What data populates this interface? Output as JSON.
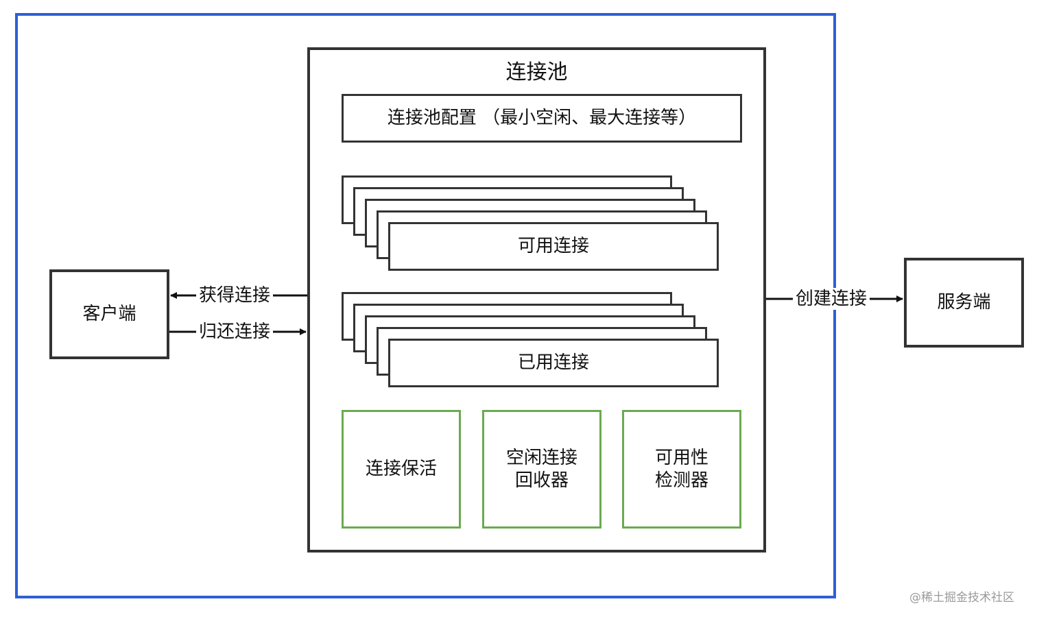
{
  "diagram": {
    "pool_title": "连接池",
    "pool_config": "连接池配置 （最小空闲、最大连接等）",
    "available_connections": "可用连接",
    "used_connections": "已用连接",
    "keepalive": "连接保活",
    "idle_collector": [
      "空闲连接",
      "回收器"
    ],
    "availability_checker": [
      "可用性",
      "检测器"
    ],
    "client": "客户端",
    "server": "服务端",
    "get_connection": "获得连接",
    "return_connection": "归还连接",
    "create_connection": "创建连接"
  },
  "colors": {
    "outer_border": "#2e5fd6",
    "component_border": "#6aaa4f",
    "line": "#111111"
  },
  "watermark": "@稀土掘金技术社区"
}
